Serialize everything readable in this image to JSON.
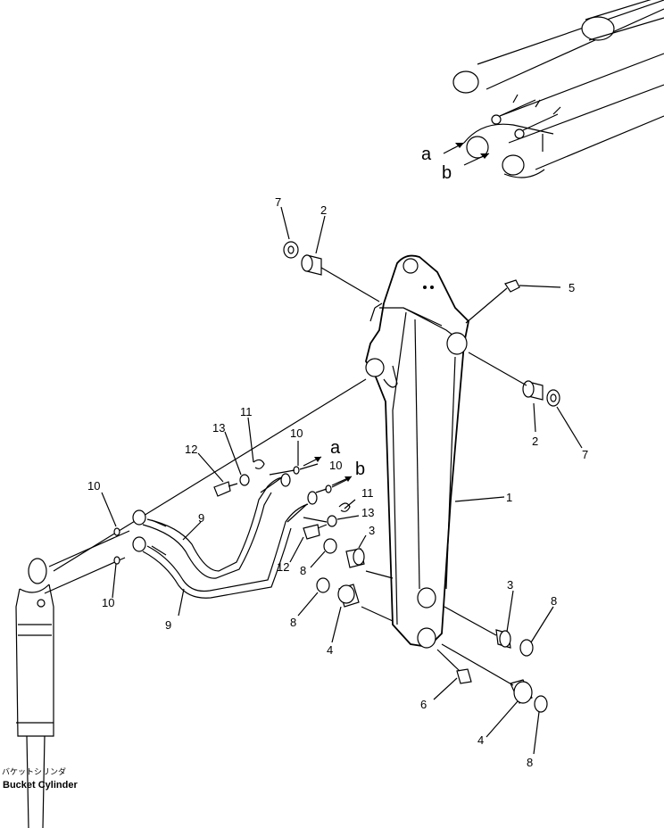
{
  "labels": {
    "p1": "1",
    "p2a": "2",
    "p2b": "2",
    "p3a": "3",
    "p3b": "3",
    "p4a": "4",
    "p4b": "4",
    "p5": "5",
    "p6": "6",
    "p7a": "7",
    "p7b": "7",
    "p8a": "8",
    "p8b": "8",
    "p8c": "8",
    "p8d": "8",
    "p9a": "9",
    "p9b": "9",
    "p10a": "10",
    "p10b": "10",
    "p10c": "10",
    "p10d": "10",
    "p11a": "11",
    "p11b": "11",
    "p12a": "12",
    "p12b": "12",
    "p13a": "13",
    "p13b": "13",
    "refA1": "a",
    "refB1": "b",
    "refA2": "a",
    "refB2": "b"
  },
  "caption": {
    "jp": "バケットシリンダ",
    "en": "Bucket Cylinder"
  }
}
